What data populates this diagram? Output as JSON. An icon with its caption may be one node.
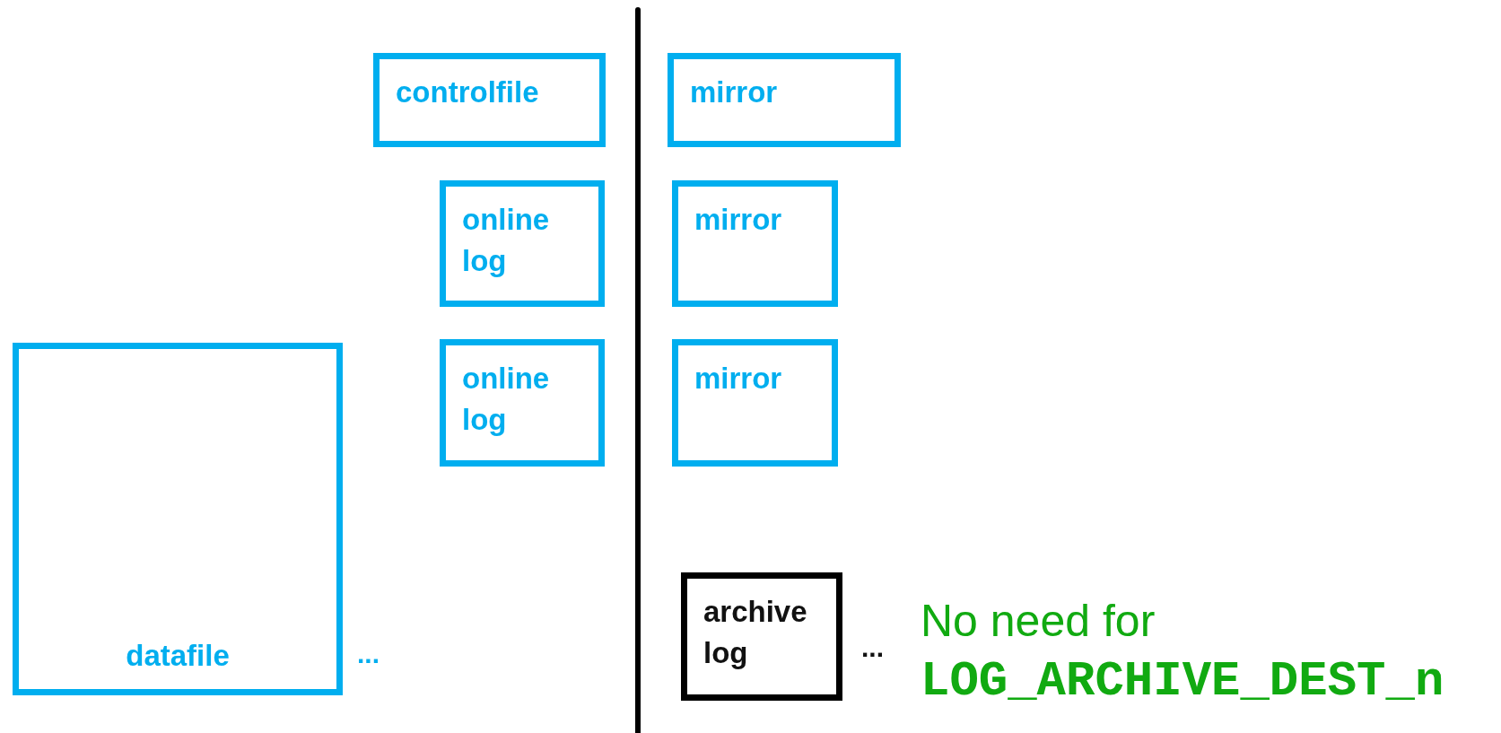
{
  "diagram": {
    "nodes": [
      {
        "text": [
          "controlfile"
        ]
      },
      {
        "text": [
          "mirror"
        ]
      },
      {
        "text": [
          "online log"
        ]
      },
      {
        "text": [
          "mirror"
        ]
      },
      {
        "text": [
          "online log"
        ]
      },
      {
        "text": [
          "mirror"
        ]
      },
      {
        "text": [
          "datafile"
        ]
      },
      {
        "text": [
          "archive log"
        ]
      }
    ],
    "labels": [
      "...",
      "...",
      "No need for **LOG_ARCHIVE_DEST_n**"
    ]
  }
}
